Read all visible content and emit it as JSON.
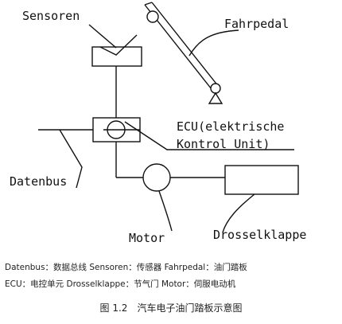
{
  "labels": {
    "sensoren": "Sensoren",
    "fahrpedal": "Fahrpedal",
    "ecu_line1": "ECU(elektrische",
    "ecu_line2": "Kontrol Unit)",
    "datenbus": "Datenbus",
    "motor": "Motor",
    "drosselklappe": "Drosselklappe"
  },
  "legend": {
    "line1": "Datenbus：数据总线 Sensoren：传感器 Fahrpedal：油门踏板",
    "line2": "ECU：电控单元 Drosselklappe：节气门 Motor：伺服电动机"
  },
  "figure_caption": "图 1.2　汽车电子油门踏板示意图"
}
